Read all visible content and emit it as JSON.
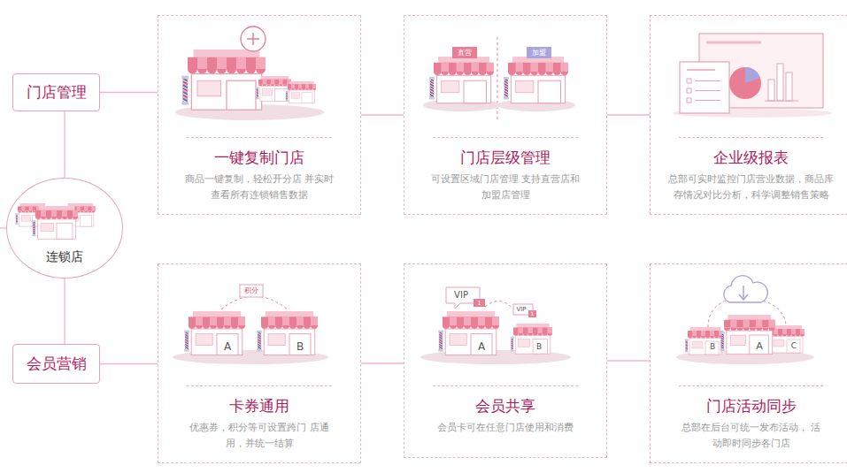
{
  "diagram": {
    "nodes": [
      {
        "text": [
          "门店管理"
        ]
      },
      {
        "text": [
          "连锁店"
        ]
      },
      {
        "text": [
          "会员营销"
        ]
      },
      {
        "text": [
          "一键复制门店",
          "商品一键复制，轻松开分店 并实时查看所有连锁销售数据"
        ]
      },
      {
        "text": [
          "门店层级管理",
          "可设置区域门店管理 支持直营店和加盟店管理"
        ]
      },
      {
        "text": [
          "企业级报表",
          "总部可实时监控门店营业数据，商品库 存情况对比分析，科学调整销售策略"
        ]
      },
      {
        "text": [
          "卡券通用",
          "优惠券，积分等可设置跨门 店通用，并统一结算"
        ]
      },
      {
        "text": [
          "会员共享",
          "会员卡可在任意门店使用和消费"
        ]
      },
      {
        "text": [
          "门店活动同步",
          "总部在后台可统一发布活动， 活动即时同步各门店"
        ]
      }
    ],
    "edges": [
      {
        "from": 1,
        "to": 0,
        "arrow": "none"
      },
      {
        "from": 1,
        "to": 2,
        "arrow": "none"
      },
      {
        "from": 0,
        "to": 3,
        "arrow": "none"
      },
      {
        "from": 3,
        "to": 4,
        "arrow": "none"
      },
      {
        "from": 4,
        "to": 5,
        "arrow": "none"
      },
      {
        "from": 2,
        "to": 6,
        "arrow": "none"
      },
      {
        "from": 6,
        "to": 7,
        "arrow": "none"
      },
      {
        "from": 7,
        "to": 8,
        "arrow": "none"
      }
    ],
    "labels": [
      "直营",
      "加盟",
      "积分",
      "A",
      "B",
      "VIP",
      "1",
      "VIP",
      "1",
      "A",
      "B",
      "B",
      "A",
      "C"
    ]
  }
}
